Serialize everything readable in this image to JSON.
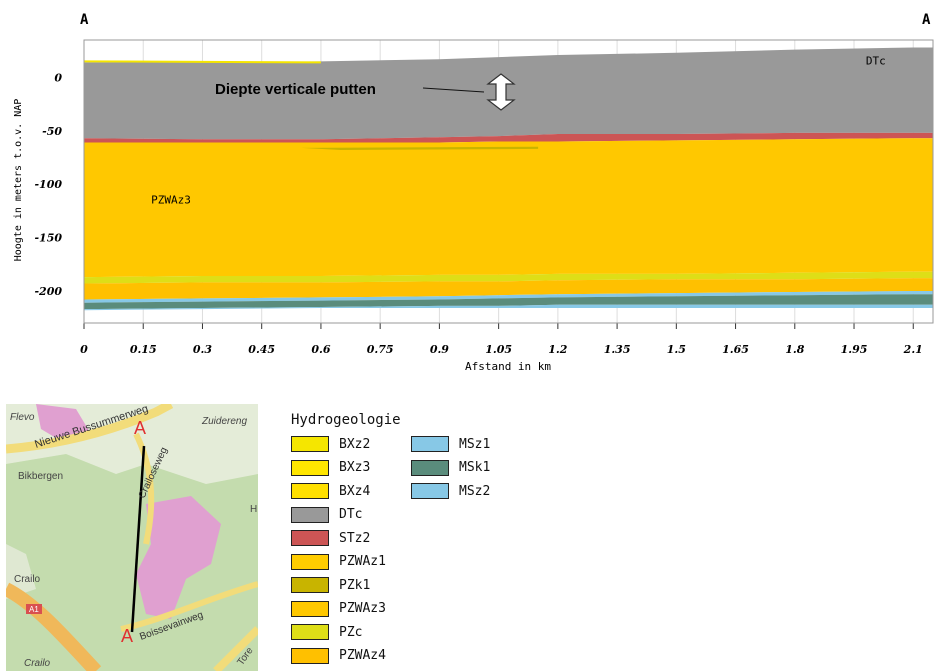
{
  "section": {
    "label_left": "A",
    "label_right": "A"
  },
  "chart_data": {
    "type": "area",
    "xlabel": "Afstand in km",
    "ylabel": "Hoogte in meters t.o.v. NAP",
    "xlim": [
      0,
      2.15
    ],
    "ylim": [
      -230,
      35
    ],
    "x_ticks": [
      "0",
      "0.15",
      "0.3",
      "0.45",
      "0.6",
      "0.75",
      "0.9",
      "1.05",
      "1.2",
      "1.35",
      "1.5",
      "1.65",
      "1.8",
      "1.95",
      "2.1"
    ],
    "y_ticks": [
      "0",
      "-50",
      "-100",
      "-150",
      "-200"
    ],
    "grid": true,
    "x": [
      0,
      0.3,
      0.6,
      0.9,
      1.05,
      1.2,
      1.5,
      1.8,
      2.1,
      2.15
    ],
    "layers": [
      {
        "name": "DTc",
        "color": "#999999",
        "top": [
          14,
          14,
          15,
          17,
          19,
          21,
          23,
          26,
          28,
          28
        ],
        "bottom": [
          -57,
          -58,
          -58,
          -56,
          -55,
          -53,
          -53,
          -52,
          -52,
          -52
        ]
      },
      {
        "name": "STz2",
        "color": "#cc5555",
        "top": [
          -57,
          -58,
          -58,
          -56,
          -55,
          -53,
          -53,
          -52,
          -52,
          -52
        ],
        "bottom": [
          -61,
          -61,
          -61,
          -61,
          -60,
          -60,
          -59,
          -58,
          -57,
          -57
        ]
      },
      {
        "name": "PZWAz3",
        "color": "#ffc800",
        "top": [
          -61,
          -61,
          -61,
          -61,
          -60,
          -60,
          -59,
          -58,
          -57,
          -57
        ],
        "bottom": [
          -187,
          -186,
          -186,
          -185,
          -185,
          -184,
          -184,
          -183,
          -182,
          -182
        ]
      },
      {
        "name": "PZc",
        "color": "#dede17",
        "top": [
          -187,
          -186,
          -186,
          -185,
          -185,
          -184,
          -184,
          -183,
          -182,
          -182
        ],
        "bottom": [
          -193,
          -192,
          -192,
          -191,
          -191,
          -190,
          -189,
          -189,
          -188,
          -188
        ]
      },
      {
        "name": "PZWAz4",
        "color": "#ffc000",
        "top": [
          -193,
          -192,
          -192,
          -191,
          -191,
          -190,
          -189,
          -189,
          -188,
          -188
        ],
        "bottom": [
          -208,
          -207,
          -206,
          -205,
          -204,
          -203,
          -202,
          -201,
          -200,
          -200
        ]
      },
      {
        "name": "MSz1",
        "color": "#87c8e6",
        "top": [
          -208,
          -207,
          -206,
          -205,
          -204,
          -203,
          -202,
          -201,
          -200,
          -200
        ],
        "bottom": [
          -211,
          -210,
          -209,
          -208,
          -207,
          -206,
          -205,
          -204,
          -203,
          -203
        ]
      },
      {
        "name": "MSk1",
        "color": "#5a8c7c",
        "top": [
          -211,
          -210,
          -209,
          -208,
          -207,
          -206,
          -205,
          -204,
          -203,
          -203
        ],
        "bottom": [
          -217,
          -216,
          -215,
          -214,
          -214,
          -213,
          -213,
          -213,
          -213,
          -213
        ]
      },
      {
        "name": "MSz2",
        "color": "#87c8e6",
        "top": [
          -217,
          -216,
          -215,
          -214,
          -214,
          -213,
          -213,
          -213,
          -213,
          -213
        ],
        "bottom": [
          -218,
          -217,
          -216,
          -216,
          -216,
          -216,
          -216,
          -216,
          -216,
          -216
        ]
      }
    ],
    "thin_lines": [
      {
        "name": "BXz2",
        "color": "#f5e600",
        "y_at_0": 15,
        "x_end": 0.6
      }
    ],
    "lens": {
      "name": "PZk1",
      "color": "#c8b400",
      "x_start": 0.55,
      "x_end": 1.15,
      "y_center": -66
    },
    "layer_labels": [
      {
        "text": "DTc",
        "x": 1.98,
        "y": 12
      },
      {
        "text": "PZWAz3",
        "x": 0.17,
        "y": -118
      }
    ],
    "annotation": {
      "text": "Diepte verticale putten"
    }
  },
  "map": {
    "labels": [
      "Flevo",
      "Nieuwe Bussummerweg",
      "Zuidereng",
      "Bikbergen",
      "Crailoseweg",
      "H",
      "Crailo",
      "A1",
      "Boissevainweg",
      "Crailo",
      "Tore"
    ],
    "point_top": "A",
    "point_bottom": "A",
    "colors": {
      "pink": "#e0a0d0",
      "green": "#c4dcae",
      "road": "#f2dc7a",
      "motorway": "#f0b85a"
    }
  },
  "legend": {
    "title": "Hydrogeologie",
    "col1": [
      {
        "label": "BXz2",
        "color": "#f5e600"
      },
      {
        "label": "BXz3",
        "color": "#ffe600"
      },
      {
        "label": "BXz4",
        "color": "#ffe000"
      },
      {
        "label": "DTc",
        "color": "#999999"
      },
      {
        "label": "STz2",
        "color": "#cc5555"
      },
      {
        "label": "PZWAz1",
        "color": "#ffcc00"
      },
      {
        "label": "PZk1",
        "color": "#c8b400"
      },
      {
        "label": "PZWAz3",
        "color": "#ffc800"
      },
      {
        "label": "PZc",
        "color": "#dede17"
      },
      {
        "label": "PZWAz4",
        "color": "#ffc000"
      }
    ],
    "col2": [
      {
        "label": "MSz1",
        "color": "#87c8e6"
      },
      {
        "label": "MSk1",
        "color": "#5a8c7c"
      },
      {
        "label": "MSz2",
        "color": "#87c8e6"
      }
    ]
  }
}
